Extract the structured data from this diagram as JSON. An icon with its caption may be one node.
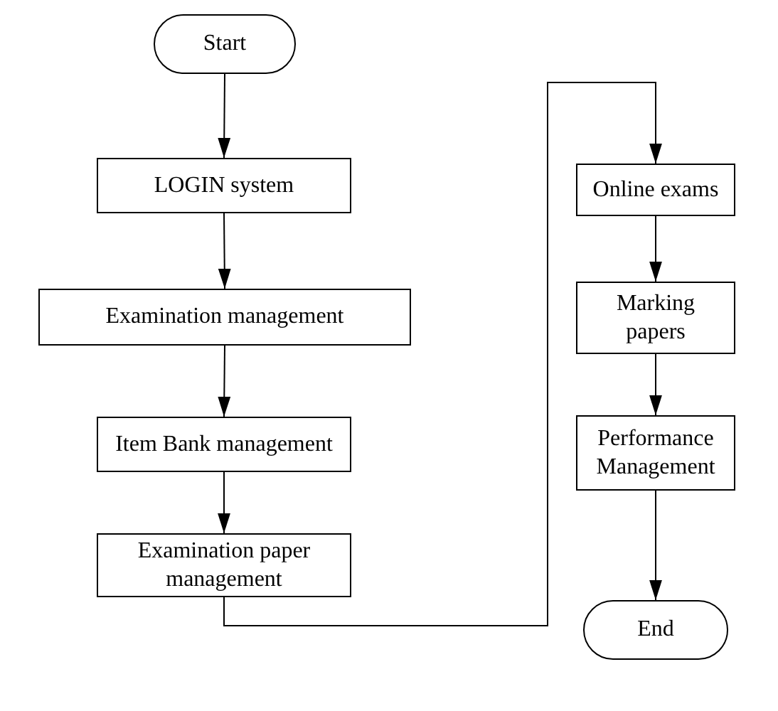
{
  "diagram": {
    "nodes": [
      {
        "text": [
          "Start"
        ]
      },
      {
        "text": [
          "LOGIN system"
        ]
      },
      {
        "text": [
          "Examination management"
        ]
      },
      {
        "text": [
          "Item Bank management"
        ]
      },
      {
        "text": [
          "Examination paper management"
        ]
      },
      {
        "text": [
          "Online exams"
        ]
      },
      {
        "text": [
          "Marking papers"
        ]
      },
      {
        "text": [
          "Performance Management"
        ]
      },
      {
        "text": [
          "End"
        ]
      }
    ],
    "edges": [
      {
        "from": 0,
        "to": 1,
        "arrow": "to"
      },
      {
        "from": 1,
        "to": 2,
        "arrow": "to"
      },
      {
        "from": 2,
        "to": 3,
        "arrow": "to"
      },
      {
        "from": 3,
        "to": 4,
        "arrow": "to"
      },
      {
        "from": 4,
        "to": 5,
        "arrow": "to"
      },
      {
        "from": 5,
        "to": 6,
        "arrow": "to"
      },
      {
        "from": 6,
        "to": 7,
        "arrow": "to"
      },
      {
        "from": 7,
        "to": 8,
        "arrow": "to"
      }
    ]
  }
}
